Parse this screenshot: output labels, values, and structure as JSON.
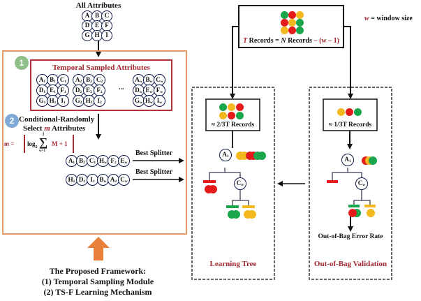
{
  "all_attributes": {
    "title": "All Attributes",
    "grid": [
      [
        "A",
        "B",
        "C"
      ],
      [
        "D",
        "E",
        "F"
      ],
      [
        "G",
        "H",
        "I"
      ]
    ]
  },
  "framework_box": {
    "step1": {
      "badge": "1",
      "title": "Temporal Sampled Attributes",
      "groups": [
        {
          "subscript": "1",
          "grid": [
            [
              "A",
              "B",
              "C"
            ],
            [
              "D",
              "E",
              "F"
            ],
            [
              "G",
              "H",
              "I"
            ]
          ]
        },
        {
          "subscript": "2",
          "grid": [
            [
              "A",
              "B",
              "C"
            ],
            [
              "D",
              "E",
              "F"
            ],
            [
              "G",
              "H",
              "I"
            ]
          ]
        },
        {
          "subscript": "w",
          "grid": [
            [
              "A",
              "B",
              "C"
            ],
            [
              "D",
              "E",
              "F"
            ],
            [
              "G",
              "H",
              "I"
            ]
          ]
        }
      ],
      "ellipsis": "..."
    },
    "step2": {
      "badge": "2",
      "title_line1": "Conditional-Randomly",
      "title_line2_pre": "Select ",
      "title_line2_var": "m",
      "title_line2_post": " Attributes",
      "formula_lhs": "m =",
      "formula_log": "log",
      "formula_log_base": "2",
      "formula_sum": "∑",
      "formula_sum_upper": "j",
      "formula_sum_lower": "w=1",
      "formula_rhs": "M + 1"
    },
    "selected_rows": [
      {
        "nodes": [
          [
            "A",
            "1"
          ],
          [
            "B",
            "2"
          ],
          [
            "C",
            "1"
          ],
          [
            "H",
            "w"
          ],
          [
            "F",
            "2"
          ],
          [
            "E",
            "w"
          ]
        ],
        "arrow_label": "Best Splitter"
      },
      {
        "nodes": [
          [
            "H",
            "1"
          ],
          [
            "D",
            "2"
          ],
          [
            "I",
            "1"
          ],
          [
            "B",
            "w"
          ],
          [
            "A",
            "2"
          ],
          [
            "C",
            "w"
          ]
        ],
        "arrow_label": "Best Splitter"
      }
    ]
  },
  "caption": {
    "line1": "The Proposed Framework:",
    "line2": "(1) Temporal Sampling Module",
    "line3": "(2) TS-F Learning Mechanism"
  },
  "records_box": {
    "dots": [
      [
        "green",
        "red",
        "yellow"
      ],
      [
        "red",
        "yellow",
        "green"
      ],
      [
        "yellow",
        "red",
        "green"
      ]
    ],
    "label_T": "T",
    "label_mid": " Records = ",
    "label_N": "N",
    "label_mid2": " Records ",
    "label_tail": "– (w – 1)"
  },
  "legend": {
    "var": "w",
    "text": " =  window size"
  },
  "learning_tree": {
    "records_dots": [
      [
        "green",
        "yellow",
        "red"
      ],
      [
        "yellow",
        "red",
        "green"
      ]
    ],
    "records_label": "≈ 2/3T Records",
    "root": {
      "letter": "A",
      "sub": "1"
    },
    "child": {
      "letter": "C",
      "sub": "w"
    },
    "title": "Learning Tree"
  },
  "oob": {
    "records_dots": [
      "yellow",
      "red",
      "green"
    ],
    "records_label": "≈ 1/3T Records",
    "root": {
      "letter": "A",
      "sub": "1"
    },
    "child": {
      "letter": "C",
      "sub": "w"
    },
    "error_label": "Out-of-Bag Error Rate",
    "title": "Out-of-Bag Validation"
  },
  "colors": {
    "orange": "#e8803a",
    "maroon": "#a1262d",
    "red": "#e51b1b",
    "green": "#1aa64a",
    "yellow": "#f4b81f",
    "node_border": "#0e1a4a",
    "badge1": "#8fc08a",
    "badge2": "#7fa9d6"
  }
}
